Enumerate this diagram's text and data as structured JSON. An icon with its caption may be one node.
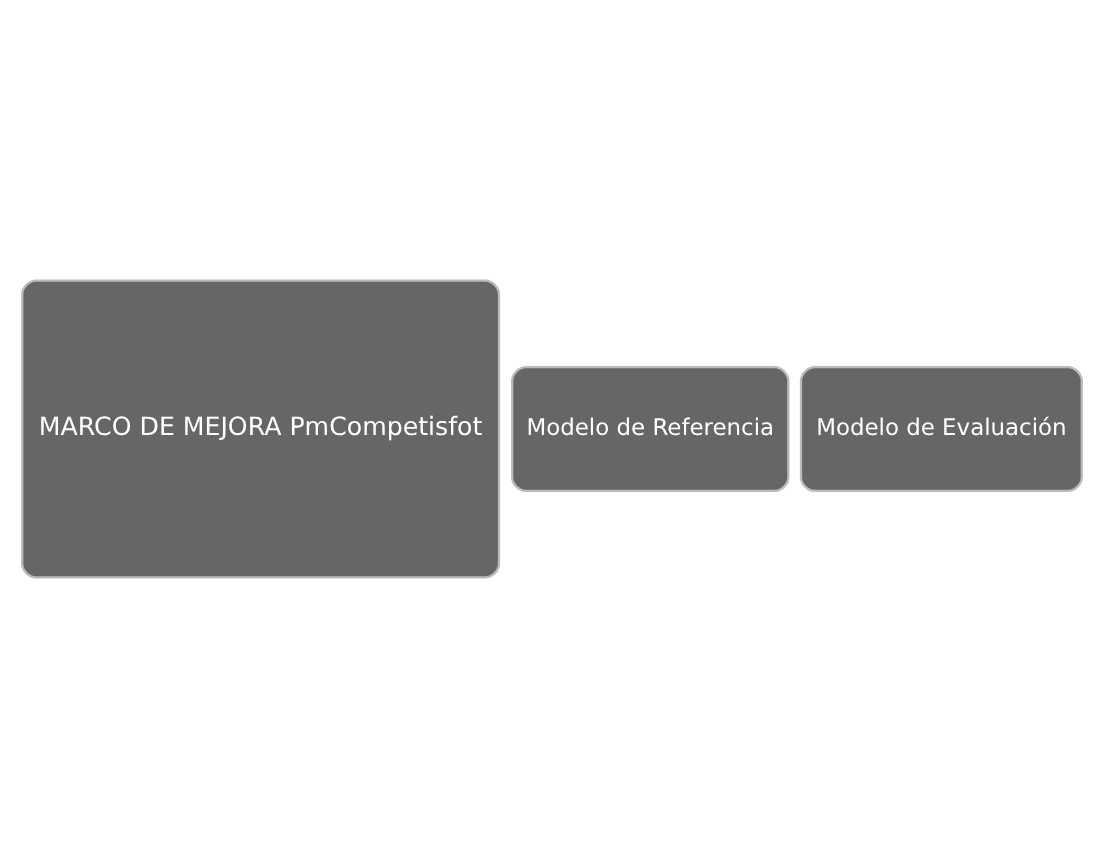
{
  "diagram": {
    "nodes": [
      {
        "text": [
          "MARCO DE MEJORA PmCompetisfot"
        ]
      },
      {
        "text": [
          "Modelo de Referencia"
        ]
      },
      {
        "text": [
          "Modelo de Evaluación"
        ]
      }
    ]
  }
}
